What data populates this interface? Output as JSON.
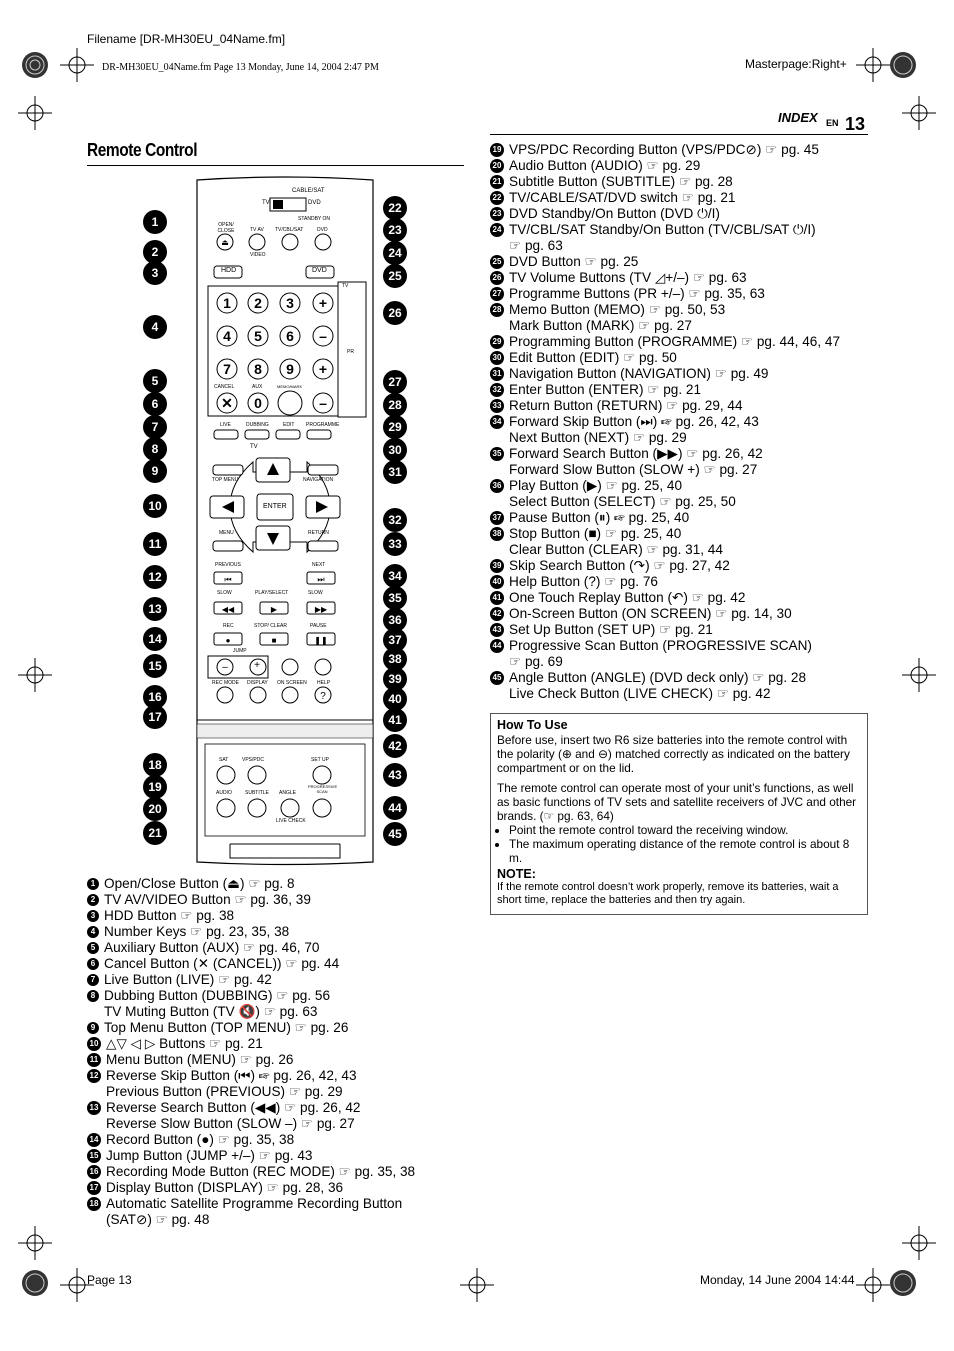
{
  "header": {
    "filename": "Filename [DR-MH30EU_04Name.fm]",
    "fileinfo": "DR-MH30EU_04Name.fm  Page 13  Monday, June 14, 2004  2:47 PM",
    "masterpage": "Masterpage:Right+",
    "index_label": "INDEX",
    "lang": "EN",
    "page_number": "13"
  },
  "footer": {
    "page": "Page 13",
    "date": "Monday, 14 June 2004  14:44"
  },
  "section_title": "Remote Control",
  "remote_labels": {
    "cable_sat": "CABLE/SAT",
    "tv": "TV",
    "dvd": "DVD",
    "standby_on": "STANDBY ON",
    "open_close": "OPEN/ CLOSE",
    "tv_av": "TV AV",
    "video": "VIDEO",
    "tv_cbl_sat": "TV/CBL/SAT",
    "dvd2": "DVD",
    "hdd": "HDD",
    "dvd_btn": "DVD",
    "tv_vol": "TV",
    "pr": "PR",
    "cancel": "CANCEL",
    "aux": "AUX",
    "memo_mark": "MEMO/MARK",
    "live": "LIVE",
    "dubbing": "DUBBING",
    "edit": "EDIT",
    "programme": "PROGRAMME",
    "tv_mute": "TV",
    "top_menu": "TOP MENU",
    "navigation": "NAVIGATION",
    "enter": "ENTER",
    "menu": "MENU",
    "return": "RETURN",
    "previous": "PREVIOUS",
    "next": "NEXT",
    "slow_minus": "SLOW",
    "play_select": "PLAY/SELECT",
    "slow_plus": "SLOW",
    "rec": "REC",
    "stop_clear": "STOP/ CLEAR",
    "pause": "PAUSE",
    "jump": "JUMP",
    "rec_mode": "REC MODE",
    "display": "DISPLAY",
    "on_screen": "ON SCREEN",
    "help": "HELP",
    "sat": "SAT",
    "vps_pdc": "VPS/PDC",
    "set_up": "SET UP",
    "progressive_scan": "PROGRESSIVE SCAN",
    "audio": "AUDIO",
    "subtitle": "SUBTITLE",
    "angle": "ANGLE",
    "live_check": "LIVE CHECK",
    "keys": [
      "1",
      "2",
      "3",
      "4",
      "5",
      "6",
      "7",
      "8",
      "9",
      "0"
    ]
  },
  "legend_left": [
    {
      "n": "1",
      "lines": [
        "Open/Close Button (⏏) ☞ pg. 8"
      ]
    },
    {
      "n": "2",
      "lines": [
        "TV AV/VIDEO Button ☞ pg. 36, 39"
      ]
    },
    {
      "n": "3",
      "lines": [
        "HDD Button ☞ pg. 38"
      ]
    },
    {
      "n": "4",
      "lines": [
        "Number Keys ☞ pg. 23, 35, 38"
      ]
    },
    {
      "n": "5",
      "lines": [
        "Auxiliary Button (AUX) ☞ pg. 46, 70"
      ]
    },
    {
      "n": "6",
      "lines": [
        "Cancel Button (✕ (CANCEL)) ☞ pg. 44"
      ]
    },
    {
      "n": "7",
      "lines": [
        "Live Button (LIVE) ☞ pg. 42"
      ]
    },
    {
      "n": "8",
      "lines": [
        "Dubbing Button (DUBBING) ☞ pg. 56",
        "TV Muting Button (TV 🔇) ☞ pg. 63"
      ]
    },
    {
      "n": "9",
      "lines": [
        "Top Menu Button (TOP MENU) ☞ pg. 26"
      ]
    },
    {
      "n": "10",
      "lines": [
        "△▽ ◁ ▷ Buttons ☞ pg. 21"
      ]
    },
    {
      "n": "11",
      "lines": [
        "Menu Button (MENU) ☞ pg. 26"
      ]
    },
    {
      "n": "12",
      "lines": [
        "Reverse Skip Button (⏮) ☞ pg. 26, 42, 43",
        "Previous Button (PREVIOUS) ☞ pg. 29"
      ]
    },
    {
      "n": "13",
      "lines": [
        "Reverse Search Button (◀◀) ☞ pg. 26, 42",
        "Reverse Slow Button (SLOW –) ☞ pg. 27"
      ]
    },
    {
      "n": "14",
      "lines": [
        "Record Button (●) ☞ pg. 35, 38"
      ]
    },
    {
      "n": "15",
      "lines": [
        "Jump Button (JUMP +/–) ☞ pg. 43"
      ]
    },
    {
      "n": "16",
      "lines": [
        "Recording Mode Button (REC MODE) ☞ pg. 35, 38"
      ]
    },
    {
      "n": "17",
      "lines": [
        "Display Button (DISPLAY) ☞ pg. 28, 36"
      ]
    },
    {
      "n": "18",
      "lines": [
        "Automatic Satellite Programme Recording Button",
        "(SAT⊘) ☞ pg. 48"
      ]
    }
  ],
  "legend_right": [
    {
      "n": "19",
      "lines": [
        "VPS/PDC Recording Button (VPS/PDC⊘) ☞ pg. 45"
      ]
    },
    {
      "n": "20",
      "lines": [
        "Audio Button (AUDIO) ☞ pg. 29"
      ]
    },
    {
      "n": "21",
      "lines": [
        "Subtitle Button (SUBTITLE) ☞ pg. 28"
      ]
    },
    {
      "n": "22",
      "lines": [
        "TV/CABLE/SAT/DVD switch ☞ pg. 21"
      ]
    },
    {
      "n": "23",
      "lines": [
        "DVD Standby/On Button (DVD ⏻/I)"
      ]
    },
    {
      "n": "24",
      "lines": [
        "TV/CBL/SAT Standby/On Button (TV/CBL/SAT ⏻/I)",
        "☞ pg. 63"
      ]
    },
    {
      "n": "25",
      "lines": [
        "DVD Button ☞ pg. 25"
      ]
    },
    {
      "n": "26",
      "lines": [
        "TV Volume Buttons (TV ◿+/–) ☞ pg. 63"
      ]
    },
    {
      "n": "27",
      "lines": [
        "Programme Buttons (PR +/–) ☞ pg. 35, 63"
      ]
    },
    {
      "n": "28",
      "lines": [
        "Memo Button (MEMO) ☞ pg. 50, 53",
        "Mark Button (MARK) ☞ pg. 27"
      ]
    },
    {
      "n": "29",
      "lines": [
        "Programming Button (PROGRAMME) ☞ pg. 44, 46, 47"
      ]
    },
    {
      "n": "30",
      "lines": [
        "Edit Button (EDIT) ☞ pg. 50"
      ]
    },
    {
      "n": "31",
      "lines": [
        "Navigation Button (NAVIGATION) ☞ pg. 49"
      ]
    },
    {
      "n": "32",
      "lines": [
        "Enter Button (ENTER) ☞ pg. 21"
      ]
    },
    {
      "n": "33",
      "lines": [
        "Return Button (RETURN) ☞ pg. 29, 44"
      ]
    },
    {
      "n": "34",
      "lines": [
        "Forward Skip Button (⏭) ☞ pg. 26, 42, 43",
        "Next Button (NEXT) ☞ pg. 29"
      ]
    },
    {
      "n": "35",
      "lines": [
        "Forward Search Button (▶▶) ☞ pg. 26, 42",
        "Forward Slow Button (SLOW +) ☞ pg. 27"
      ]
    },
    {
      "n": "36",
      "lines": [
        "Play Button (▶) ☞ pg. 25, 40",
        "Select Button (SELECT) ☞ pg. 25, 50"
      ]
    },
    {
      "n": "37",
      "lines": [
        "Pause Button (⏸) ☞ pg. 25, 40"
      ]
    },
    {
      "n": "38",
      "lines": [
        "Stop Button (■) ☞ pg. 25, 40",
        "Clear Button (CLEAR) ☞ pg. 31, 44"
      ]
    },
    {
      "n": "39",
      "lines": [
        "Skip Search Button (↷) ☞ pg. 27, 42"
      ]
    },
    {
      "n": "40",
      "lines": [
        "Help Button (?) ☞ pg. 76"
      ]
    },
    {
      "n": "41",
      "lines": [
        "One Touch Replay Button (↶) ☞ pg. 42"
      ]
    },
    {
      "n": "42",
      "lines": [
        "On-Screen Button (ON SCREEN) ☞ pg. 14, 30"
      ]
    },
    {
      "n": "43",
      "lines": [
        "Set Up Button (SET UP) ☞ pg. 21"
      ]
    },
    {
      "n": "44",
      "lines": [
        "Progressive Scan Button (PROGRESSIVE SCAN)",
        "☞ pg. 69"
      ]
    },
    {
      "n": "45",
      "lines": [
        "Angle Button (ANGLE) (DVD deck only) ☞ pg. 28",
        "Live Check Button (LIVE CHECK) ☞ pg. 42"
      ]
    }
  ],
  "howto": {
    "title": "How To Use",
    "p1": "Before use, insert two R6 size batteries into the remote control with the polarity (⊕ and ⊖) matched correctly as indicated on the battery compartment or on the lid.",
    "p2": "The remote control can operate most of your unit’s functions, as well as basic functions of TV sets and satellite receivers of JVC and other brands. (☞ pg. 63, 64)",
    "bullets": [
      "Point the remote control toward the receiving window.",
      "The maximum operating distance of the remote control is about 8 m."
    ],
    "note_title": "NOTE:",
    "note": "If the remote control doesn’t work properly, remove its batteries, wait a short time, replace the batteries and then try again."
  },
  "callouts_left": [
    "1",
    "2",
    "3",
    "4",
    "5",
    "6",
    "7",
    "8",
    "9",
    "10",
    "11",
    "12",
    "13",
    "14",
    "15",
    "16",
    "17",
    "18",
    "19",
    "20",
    "21"
  ],
  "callouts_right": [
    "22",
    "23",
    "24",
    "25",
    "26",
    "27",
    "28",
    "29",
    "30",
    "31",
    "32",
    "33",
    "34",
    "35",
    "36",
    "37",
    "38",
    "39",
    "40",
    "41",
    "42",
    "43",
    "44",
    "45"
  ]
}
